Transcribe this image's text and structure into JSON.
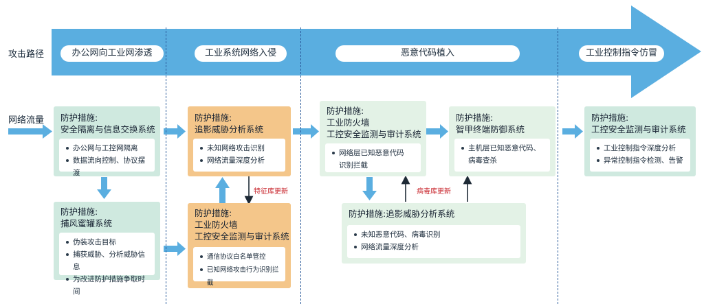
{
  "left_labels": {
    "attack_path": "攻击路径",
    "network_traffic": "网络流量"
  },
  "stages": [
    "办公网向工业网渗透",
    "工业系统网络入侵",
    "恶意代码植入",
    "工业控制指令仿冒"
  ],
  "boxes": {
    "b1": {
      "title1": "防护措施:",
      "title2": "安全隔离与信息交换系统",
      "items": [
        "办公网与工控网隔离",
        "数据流向控制、协议摆渡"
      ]
    },
    "b2": {
      "title1": "防护措施:",
      "title2": "捕风蜜罐系统",
      "items": [
        "伪装攻击目标",
        "捕获威胁、分析威胁信息",
        "为改进防护措施争取时间"
      ]
    },
    "b3": {
      "title1": "防护措施:",
      "title2": "追影威胁分析系统",
      "items": [
        "未知网络攻击识别",
        "网络流量深度分析"
      ]
    },
    "b4": {
      "title1": "防护措施:",
      "title2": "工业防火墙",
      "title3": "工控安全监测与审计系统",
      "items": [
        "通信协议白名单管控",
        "已知网络攻击行为识别拦截"
      ]
    },
    "b5": {
      "title1": "防护措施:",
      "title2": "工业防火墙",
      "title3": "工控安全监测与审计系统",
      "items": [
        "网络层已知恶意代码",
        "识别拦截"
      ]
    },
    "b6": {
      "title1": "防护措施:",
      "title2": "智甲终端防御系统",
      "items": [
        "主机层已知恶意代码、",
        "病毒查杀"
      ]
    },
    "b7": {
      "title1": "防护措施:追影威胁分析系统",
      "items": [
        "未知恶意代码、病毒识别",
        "网络流量深度分析"
      ]
    },
    "b8": {
      "title1": "防护措施:",
      "title2": "工控安全监测与审计系统",
      "items": [
        "工业控制指令深度分析",
        "异常控制指令检测、告警"
      ]
    }
  },
  "annotations": {
    "feature_update": "特征库更新",
    "virus_update": "病毒库更新"
  },
  "colors": {
    "arrow_blue": "#5aaee0",
    "green_box": "#cfe9df",
    "orange_box": "#f4c68a",
    "pale_box": "#e3f2e6",
    "red_text": "#c8252c"
  }
}
